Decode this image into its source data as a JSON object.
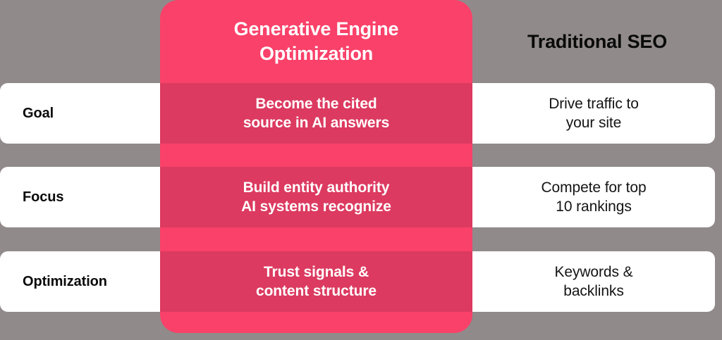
{
  "theme": {
    "background": "#918a8b",
    "accent_pink": "#fa4169",
    "accent_pink_dark": "#dc3a60",
    "row_background": "#ffffff",
    "text_dark": "#0a0a0a",
    "text_light": "#ffffff"
  },
  "headers": {
    "label_column": "",
    "geo_column_line1": "Generative Engine",
    "geo_column_line2": "Optimization",
    "seo_column": "Traditional SEO"
  },
  "rows": [
    {
      "label": "Goal",
      "geo_line1": "Become the cited",
      "geo_line2": "source in AI answers",
      "seo_line1": "Drive traffic to",
      "seo_line2": "your site"
    },
    {
      "label": "Focus",
      "geo_line1": "Build entity authority",
      "geo_line2": "AI systems recognize",
      "seo_line1": "Compete for top",
      "seo_line2": "10 rankings"
    },
    {
      "label": "Optimization",
      "geo_line1": "Trust signals &",
      "geo_line2": "content structure",
      "seo_line1": "Keywords &",
      "seo_line2": "backlinks"
    }
  ]
}
